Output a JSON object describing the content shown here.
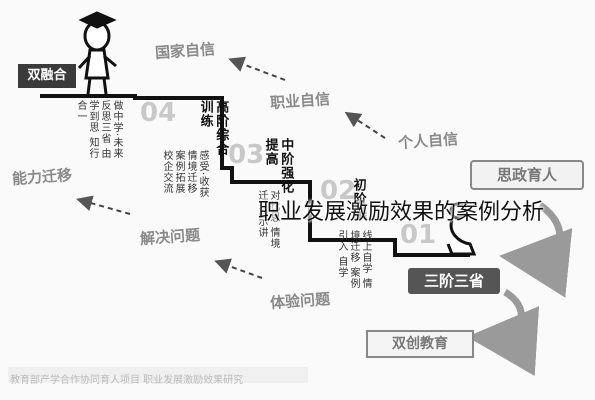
{
  "caption": "职业发展激励效果的案例分析",
  "nodes": {
    "top_box": "双融合",
    "transfer": "能力迁移",
    "solve": "解决问题",
    "experience": "体验问题",
    "national": "国家自信",
    "career": "职业自信",
    "personal": "个人自信",
    "thought": "思政育人",
    "three_stage": "三阶三省",
    "dual_innovation": "双创教育"
  },
  "steps": [
    {
      "num": "04",
      "title": "高阶综合训练",
      "text": "做中学·未来 反思三省 由学到思 知行合一"
    },
    {
      "num": "03",
      "title": "中阶强化提高",
      "text": "感受·收获 情境迁移 案例拓展 校企交流"
    },
    {
      "num": "02",
      "title": "初阶基",
      "text": "对比思 情境迁 演示讲"
    },
    {
      "num": "01",
      "title": "",
      "text": "线上自学 情境迁移 案例引入 自学"
    }
  ],
  "footer": "教育部产学合作协同育人项目 职业发展激励效果研究"
}
